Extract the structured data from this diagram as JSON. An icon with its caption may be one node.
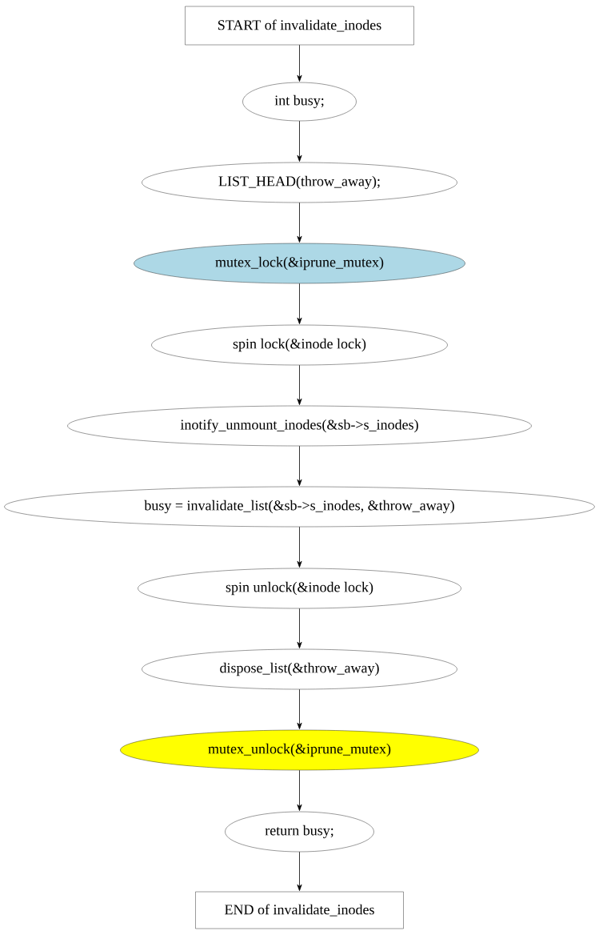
{
  "diagram": {
    "nodes": [
      {
        "text": [
          "START of invalidate_inodes"
        ]
      },
      {
        "text": [
          "int busy;"
        ]
      },
      {
        "text": [
          "LIST_HEAD(throw_away);"
        ]
      },
      {
        "text": [
          "mutex_lock(&iprune_mutex)"
        ]
      },
      {
        "text": [
          "spin lock(&inode lock)"
        ]
      },
      {
        "text": [
          "inotify_unmount_inodes(&sb->s_inodes)"
        ]
      },
      {
        "text": [
          "busy = invalidate_list(&sb->s_inodes, &throw_away)"
        ]
      },
      {
        "text": [
          "spin unlock(&inode lock)"
        ]
      },
      {
        "text": [
          "dispose_list(&throw_away)"
        ]
      },
      {
        "text": [
          "mutex_unlock(&iprune_mutex)"
        ]
      },
      {
        "text": [
          "return busy;"
        ]
      },
      {
        "text": [
          "END of invalidate_inodes"
        ]
      }
    ],
    "edges": [
      {
        "from": 0,
        "to": 1,
        "arrow": "to"
      },
      {
        "from": 1,
        "to": 2,
        "arrow": "to"
      },
      {
        "from": 2,
        "to": 3,
        "arrow": "to"
      },
      {
        "from": 3,
        "to": 4,
        "arrow": "to"
      },
      {
        "from": 4,
        "to": 5,
        "arrow": "to"
      },
      {
        "from": 5,
        "to": 6,
        "arrow": "to"
      },
      {
        "from": 6,
        "to": 7,
        "arrow": "to"
      },
      {
        "from": 7,
        "to": 8,
        "arrow": "to"
      },
      {
        "from": 8,
        "to": 9,
        "arrow": "to"
      },
      {
        "from": 9,
        "to": 10,
        "arrow": "to"
      },
      {
        "from": 10,
        "to": 11,
        "arrow": "to"
      }
    ]
  }
}
